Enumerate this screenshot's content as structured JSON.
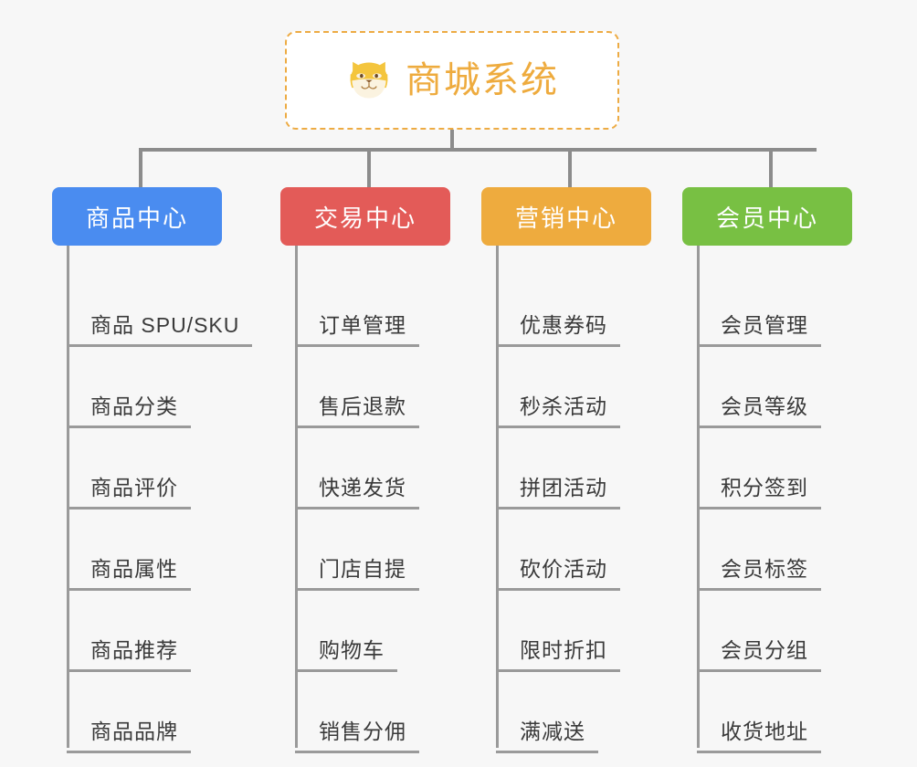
{
  "root": {
    "title": "商城系统",
    "icon": "shiba-dog-face-icon",
    "border_color": "#edab43",
    "text_color": "#eeab3e",
    "background": "#ffffff"
  },
  "canvas": {
    "background": "#f7f7f7",
    "connector_color": "#8c8c8c"
  },
  "branches": [
    {
      "label": "商品中心",
      "color": "#4a8cf0",
      "items": [
        "商品 SPU/SKU",
        "商品分类",
        "商品评价",
        "商品属性",
        "商品推荐",
        "商品品牌"
      ]
    },
    {
      "label": "交易中心",
      "color": "#e35b58",
      "items": [
        "订单管理",
        "售后退款",
        "快递发货",
        "门店自提",
        "购物车",
        "销售分佣"
      ]
    },
    {
      "label": "营销中心",
      "color": "#eeab3e",
      "items": [
        "优惠券码",
        "秒杀活动",
        "拼团活动",
        "砍价活动",
        "限时折扣",
        "满减送"
      ]
    },
    {
      "label": "会员中心",
      "color": "#78c043",
      "items": [
        "会员管理",
        "会员等级",
        "积分签到",
        "会员标签",
        "会员分组",
        "收货地址"
      ]
    }
  ]
}
